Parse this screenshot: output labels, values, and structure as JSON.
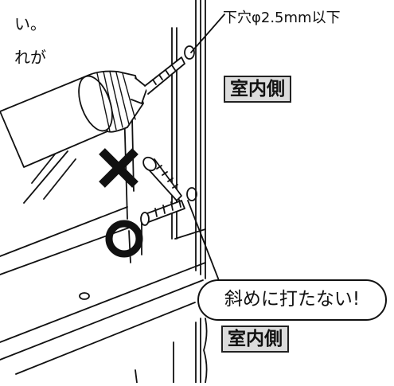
{
  "text_fragments": [
    "い。",
    "れが"
  ],
  "hole_note": "下穴φ2.5mm以下",
  "indoor_label_top": "室内側",
  "indoor_label_bottom": "室内側",
  "callout": "斜めに打たない!",
  "marks": {
    "wrong": "cross-mark",
    "right": "circle-mark"
  },
  "icons": [
    "drill-icon",
    "screw-icon"
  ]
}
